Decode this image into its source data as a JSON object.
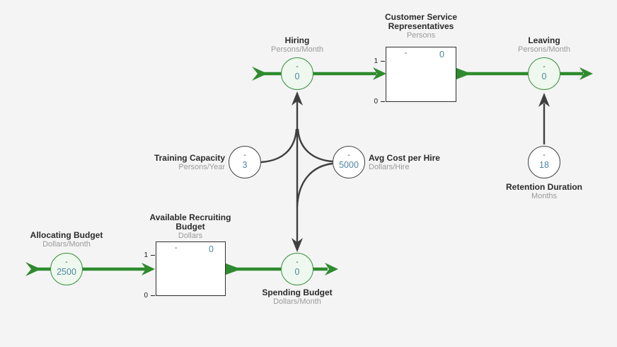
{
  "colors": {
    "flow_green": "#2e8b2e",
    "flow_fill": "#eef8ee",
    "flow_border": "#3f9143",
    "link_dark": "#3f3f3f",
    "value_teal": "#4e87a0",
    "label_dark": "#2b2b2b",
    "unit_gray": "#9a9a9a",
    "background": "#f4f4f5"
  },
  "nodes": {
    "hiring": {
      "label": "Hiring",
      "units": "Persons/Month",
      "indicator": "-",
      "value": "0"
    },
    "csr": {
      "label_line1": "Customer Service",
      "label_line2": "Representatives",
      "units": "Persons",
      "indicator": "-",
      "value": "0",
      "axis_top": "1",
      "axis_bottom": "0"
    },
    "leaving": {
      "label": "Leaving",
      "units": "Persons/Month",
      "indicator": "-",
      "value": "0"
    },
    "training_capacity": {
      "label": "Training Capacity",
      "units": "Persons/Year",
      "indicator": "-",
      "value": "3"
    },
    "avg_cost_per_hire": {
      "label": "Avg Cost per Hire",
      "units": "Dollars/Hire",
      "indicator": "-",
      "value": "5000"
    },
    "retention_duration": {
      "label": "Retention Duration",
      "units": "Months",
      "indicator": "-",
      "value": "18"
    },
    "allocating_budget": {
      "label": "Allocating Budget",
      "units": "Dollars/Month",
      "indicator": "-",
      "value": "2500"
    },
    "available_budget": {
      "label_line1": "Available Recruiting",
      "label_line2": "Budget",
      "units": "Dollars",
      "indicator": "-",
      "value": "0",
      "axis_top": "1",
      "axis_bottom": "0"
    },
    "spending_budget": {
      "label": "Spending Budget",
      "units": "Dollars/Month",
      "indicator": "-",
      "value": "0"
    }
  }
}
